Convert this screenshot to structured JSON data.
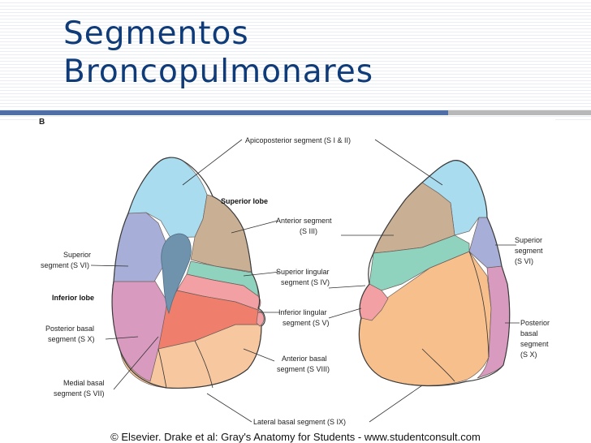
{
  "title": {
    "line1": "Segmentos",
    "line2": "Broncopulmonares"
  },
  "figure_letter": "B",
  "labels": {
    "apicoposterior": "Apicoposterior segment (S I & II)",
    "superior_lobe": "Superior lobe",
    "inferior_lobe": "Inferior lobe",
    "anterior_1": "Anterior segment",
    "anterior_2": "(S III)",
    "sup_lingular_1": "Superior lingular",
    "sup_lingular_2": "segment (S IV)",
    "inf_lingular_1": "Inferior lingular",
    "inf_lingular_2": "segment (S V)",
    "ant_basal_1": "Anterior basal",
    "ant_basal_2": "segment (S VIII)",
    "lateral_basal": "Lateral basal segment (S IX)",
    "superior_left_1": "Superior",
    "superior_left_2": "segment (S VI)",
    "post_basal_left_1": "Posterior basal",
    "post_basal_left_2": "segment (S X)",
    "medial_basal_1": "Medial basal",
    "medial_basal_2": "segment (S VII)",
    "superior_right_1": "Superior",
    "superior_right_2": "segment",
    "superior_right_3": "(S VI)",
    "post_basal_right_1": "Posterior",
    "post_basal_right_2": "basal",
    "post_basal_right_3": "segment",
    "post_basal_right_4": "(S X)"
  },
  "copyright": "© Elsevier. Drake et al: Gray's Anatomy for Students - www.studentconsult.com",
  "colors": {
    "title": "#0f3b78",
    "apicoposterior": "#a9dcef",
    "anterior": "#c9b094",
    "superior_lingular": "#8fd3bf",
    "inferior_lingular": "#f2a0a3",
    "superior_basal": "#a7afd9",
    "posterior_basal": "#d99ac0",
    "anterior_basal": "#f7bf8c",
    "lateral_basal": "#f7c7a0",
    "medial_basal": "#ef7f6c",
    "hilum": "#6f93ac"
  }
}
